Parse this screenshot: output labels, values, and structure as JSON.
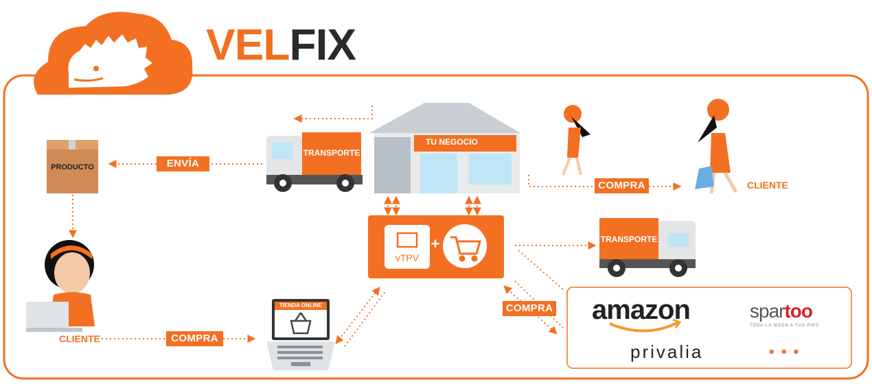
{
  "brand": {
    "name_orange": "VEL",
    "name_dark": "FIX"
  },
  "colors": {
    "accent": "#f36f21",
    "dark": "#2b2b2b",
    "light_gray": "#cfd3d6",
    "window_blue": "#bfe6f7"
  },
  "nodes": {
    "producto": "PRODUCTO",
    "transporte_top": "TRANSPORTE",
    "tu_negocio": "TU NEGOCIO",
    "transporte_right": "TRANSPORTE",
    "cliente_right": "CLIENTE",
    "cliente_left": "CLIENTE",
    "tienda_online": "TIENDA ONLINE",
    "vtpv": "vTPV",
    "plus": "+"
  },
  "edges": {
    "envia": "ENVÍA",
    "compra_store": "COMPRA",
    "compra_left": "COMPRA",
    "compra_market": "COMPRA"
  },
  "marketplaces": {
    "amazon": "amazon",
    "spartoo_a": "spar",
    "spartoo_b": "too",
    "spartoo_tagline": "TODA LA MODA A TUS PIES",
    "privalia": "privalia",
    "more": "• • •"
  },
  "icons": [
    "cloud-hedgehog-logo",
    "box-icon",
    "truck-icon",
    "store-icon",
    "woman-walking-icon",
    "woman-shopping-icon",
    "woman-laptop-icon",
    "laptop-icon",
    "monitor-icon",
    "cart-icon"
  ]
}
